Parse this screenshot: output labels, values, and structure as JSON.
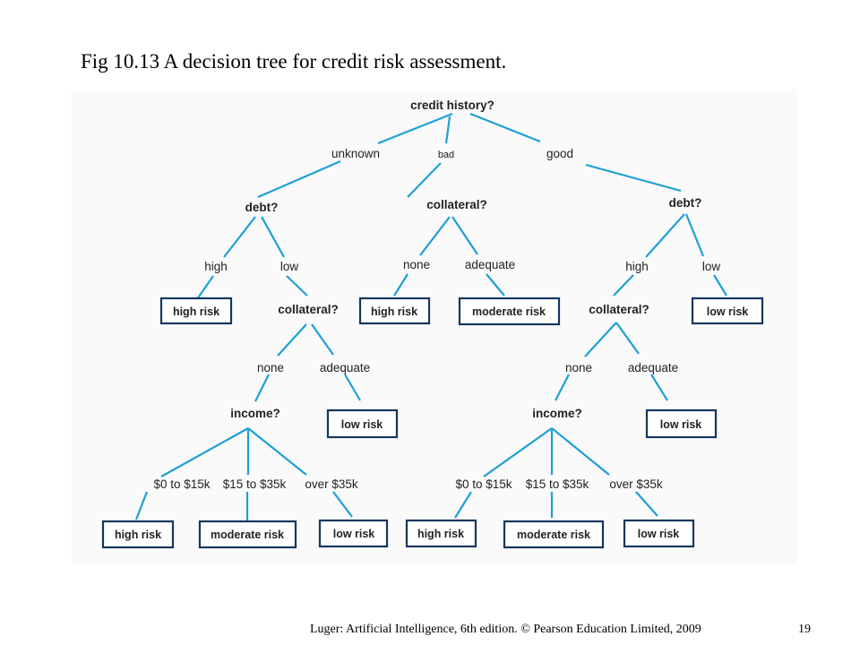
{
  "title": "Fig 10.13 A decision tree for credit risk assessment.",
  "footer": "Luger: Artificial Intelligence, 6th edition. © Pearson Education Limited, 2009",
  "page_number": "19",
  "edge_color": "#1e9fd6",
  "box_border_color": "#14375e",
  "tree": {
    "root": {
      "question": "credit history?"
    },
    "branches": {
      "unknown": "unknown",
      "bad": "bad",
      "good": "good"
    },
    "unknown_debt": {
      "question": "debt?",
      "high": "high",
      "low": "low",
      "high_leaf": "high risk"
    },
    "unknown_collateral": {
      "question": "collateral?",
      "none": "none",
      "adequate": "adequate",
      "adequate_leaf": "low risk"
    },
    "unknown_income": {
      "question": "income?",
      "b1": "$0 to $15k",
      "b2": "$15 to $35k",
      "b3": "over $35k",
      "leaf1": "high risk",
      "leaf2": "moderate risk",
      "leaf3": "low risk"
    },
    "bad_collateral": {
      "question": "collateral?",
      "none": "none",
      "adequate": "adequate",
      "none_leaf": "high risk",
      "adequate_leaf": "moderate risk"
    },
    "good_debt": {
      "question": "debt?",
      "high": "high",
      "low": "low",
      "low_leaf": "low risk"
    },
    "good_collateral": {
      "question": "collateral?",
      "none": "none",
      "adequate": "adequate",
      "adequate_leaf": "low risk"
    },
    "good_income": {
      "question": "income?",
      "b1": "$0 to $15k",
      "b2": "$15 to $35k",
      "b3": "over $35k",
      "leaf1": "high risk",
      "leaf2": "moderate risk",
      "leaf3": "low risk"
    }
  }
}
